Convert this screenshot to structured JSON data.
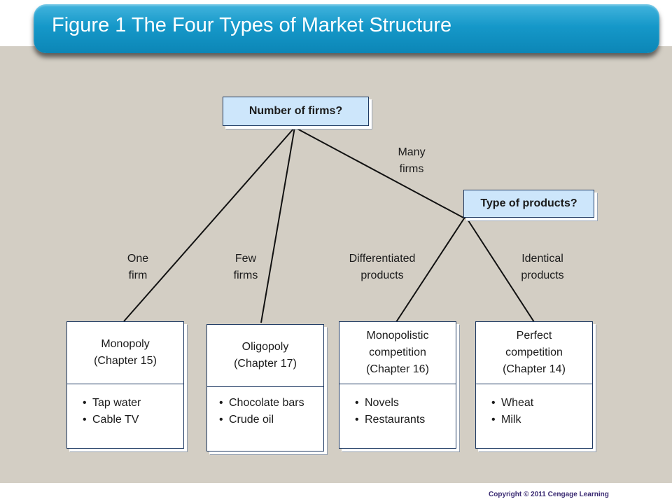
{
  "title": "Figure 1 The Four Types of Market Structure",
  "questions": {
    "firms": "Number of firms?",
    "products": "Type of products?"
  },
  "edges": {
    "one": [
      "One",
      "firm"
    ],
    "few": [
      "Few",
      "firms"
    ],
    "many": [
      "Many",
      "firms"
    ],
    "differentiated": [
      "Differentiated",
      "products"
    ],
    "identical": [
      "Identical",
      "products"
    ]
  },
  "markets": [
    {
      "name": [
        "Monopoly",
        "(Chapter 15)"
      ],
      "examples": [
        "Tap water",
        "Cable TV"
      ]
    },
    {
      "name": [
        "Oligopoly",
        "(Chapter 17)"
      ],
      "examples": [
        "Chocolate bars",
        "Crude oil"
      ]
    },
    {
      "name": [
        "Monopolistic",
        "competition",
        "(Chapter 16)"
      ],
      "examples": [
        "Novels",
        "Restaurants"
      ]
    },
    {
      "name": [
        "Perfect",
        "competition",
        "(Chapter 14)"
      ],
      "examples": [
        "Wheat",
        "Milk"
      ]
    }
  ],
  "copyright": "Copyright  © 2011  Cengage Learning"
}
